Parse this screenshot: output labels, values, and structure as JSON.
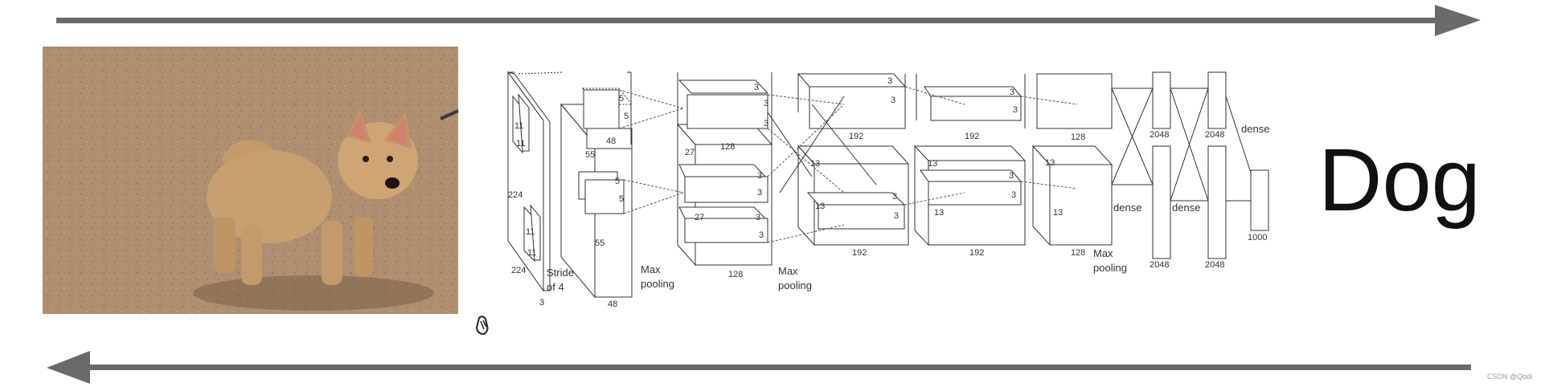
{
  "output_label": "Dog",
  "watermark": "CSDN @Qodi",
  "network": {
    "input": {
      "size_top": "224",
      "size_bottom": "224",
      "channels": "3",
      "kernel_top": [
        "11",
        "11"
      ],
      "kernel_bottom": [
        "11",
        "11"
      ],
      "stride": [
        "Stride",
        "of 4"
      ]
    },
    "conv1": {
      "size": "55",
      "size2": "55",
      "depth": "48",
      "k_top": "5",
      "k_top2": "5",
      "k_bot": "5",
      "k_bot2": "5",
      "depth_top": "48"
    },
    "pool1": [
      "Max",
      "pooling"
    ],
    "conv2": {
      "size": "27",
      "size2": "27",
      "depth_top": "128",
      "depth_bottom": "128",
      "k": "3"
    },
    "pool2": [
      "Max",
      "pooling"
    ],
    "conv3": {
      "size": "13",
      "size2": "13",
      "depth_top": "192",
      "depth_bottom": "192",
      "k": "3"
    },
    "conv4": {
      "size": "13",
      "size2": "13",
      "depth_top": "192",
      "depth_bottom": "192",
      "k": "3"
    },
    "conv5": {
      "size": "13",
      "size2": "13",
      "depth_top": "128",
      "depth_bottom": "128"
    },
    "pool3": [
      "Max",
      "pooling"
    ],
    "fc1": {
      "top": "2048",
      "bottom": "2048",
      "label": "dense"
    },
    "fc2": {
      "top": "2048",
      "bottom": "2048",
      "label": "dense"
    },
    "fc3": {
      "units": "1000",
      "label": "dense"
    }
  },
  "colors": {
    "arrow": "#666666",
    "line": "#333333",
    "dog_fur": "#c49a6c",
    "ground": "#a88a6c"
  }
}
